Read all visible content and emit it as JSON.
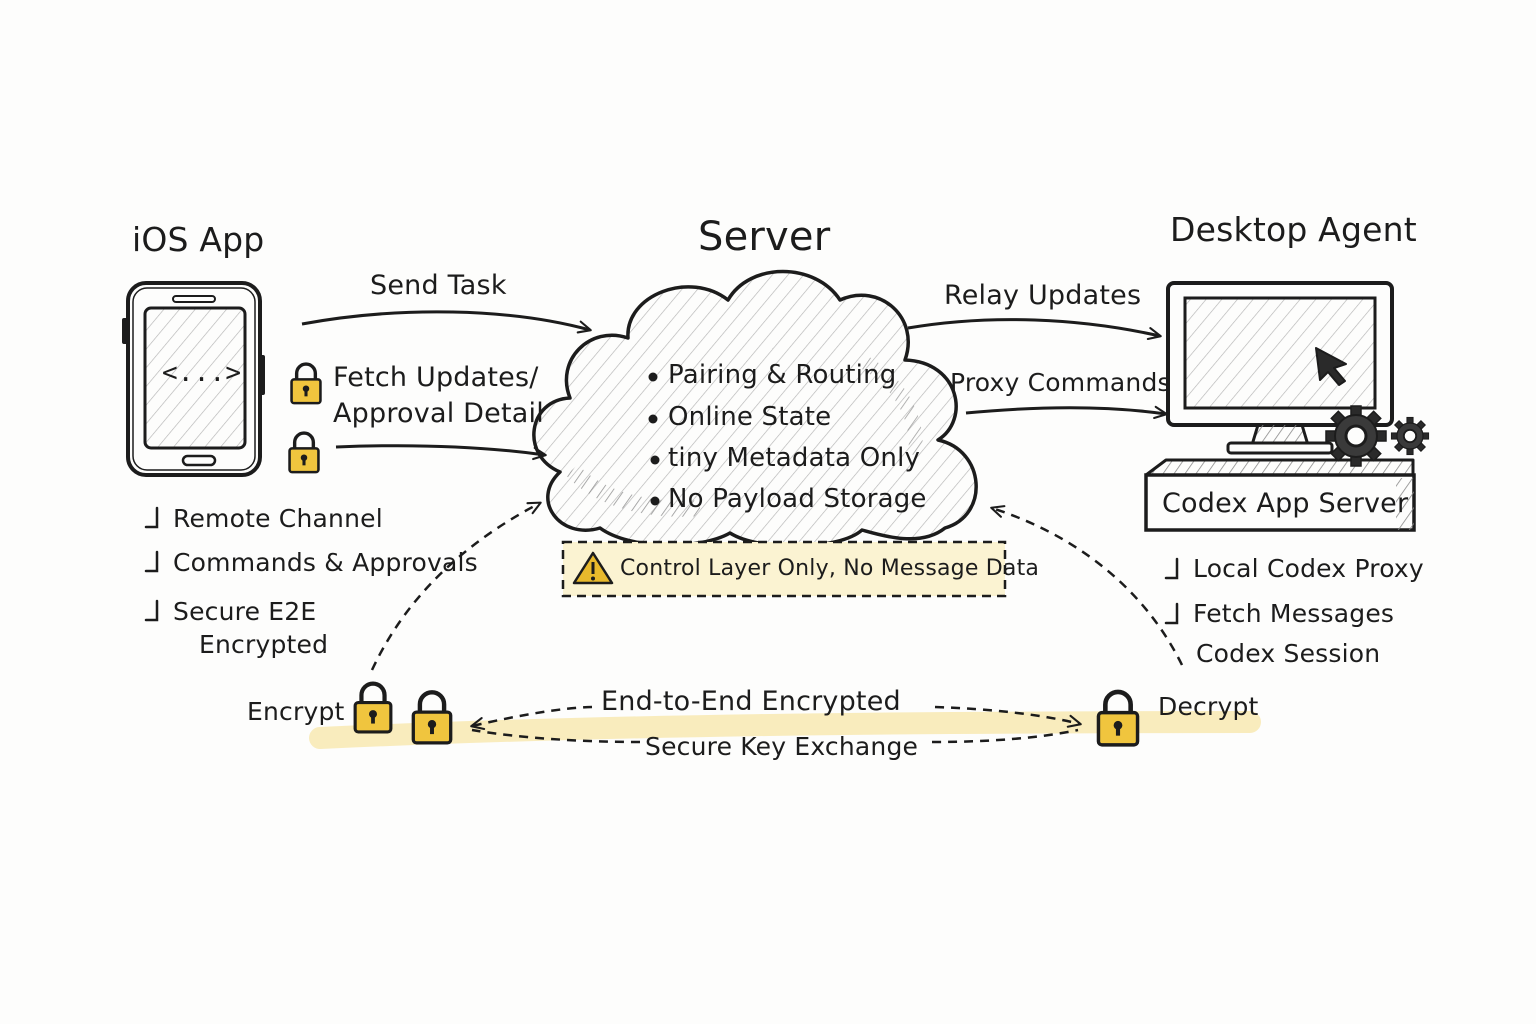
{
  "nodes": {
    "ios": {
      "title": "iOS App",
      "code_symbol": "<...>",
      "features": [
        "Remote Channel",
        "Commands & Approvals",
        "Secure E2E"
      ],
      "feature_continuation": "Encrypted"
    },
    "server": {
      "title": "Server",
      "items": [
        "Pairing & Routing",
        "Online State",
        "tiny Metadata Only",
        "No Payload Storage"
      ],
      "note": "Control Layer Only, No Message Data"
    },
    "desktop": {
      "title": "Desktop Agent",
      "base_label": "Codex App Server",
      "features": [
        "Local Codex Proxy",
        "Fetch Messages"
      ],
      "feature_continuation": "Codex Session"
    }
  },
  "edges": {
    "send_task": "Send Task",
    "fetch_updates_line1": "Fetch Updates/",
    "fetch_updates_line2": "Approval Detail",
    "relay_updates": "Relay Updates",
    "proxy_commands": "Proxy Commands"
  },
  "e2e": {
    "encrypt": "Encrypt",
    "decrypt": "Decrypt",
    "line1": "End-to-End Encrypted",
    "line2": "Secure Key Exchange"
  },
  "colors": {
    "ink": "#1c1c1c",
    "lock_fill": "#f0c53e",
    "highlight": "#f7e6a8",
    "note_fill": "#fbf3d2",
    "warning": "#e8b92c",
    "hatch": "#7a7a7a"
  },
  "icons": [
    "lock-icon",
    "warning-icon",
    "cursor-icon",
    "gear-icon",
    "phone-icon",
    "monitor-icon",
    "cloud-icon"
  ]
}
